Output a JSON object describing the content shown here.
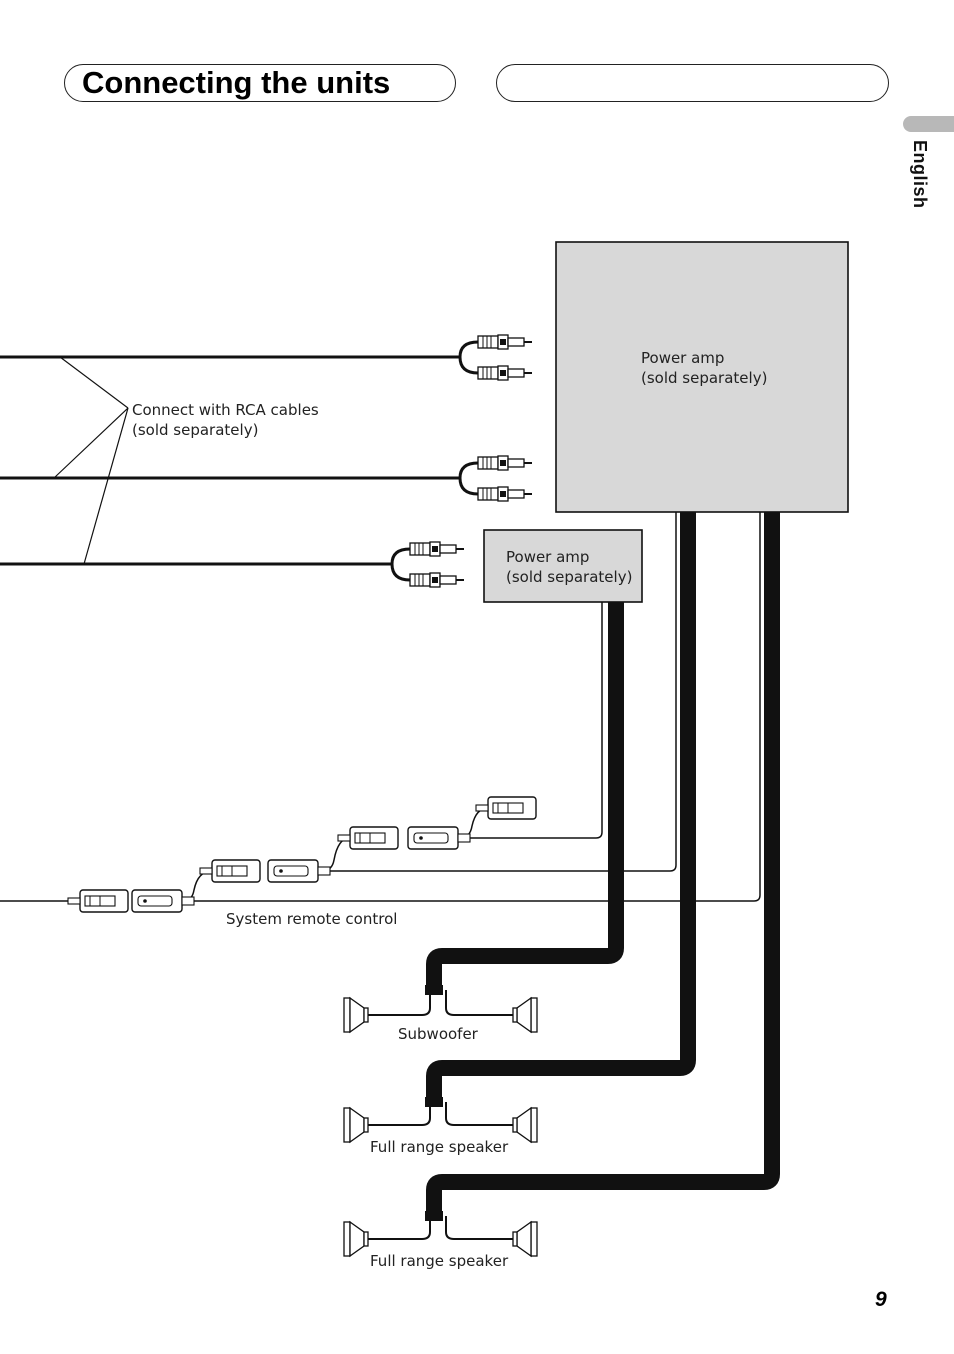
{
  "header": {
    "title": "Connecting the units",
    "right_box_text": ""
  },
  "side_tab": {
    "language": "English"
  },
  "diagram": {
    "rca_callout": "Connect with RCA cables\n(sold separately)",
    "amp_large": "Power amp\n(sold separately)",
    "amp_small": "Power amp\n(sold separately)",
    "system_remote": "System remote control",
    "speakers": [
      "Subwoofer",
      "Full range speaker",
      "Full range speaker"
    ]
  },
  "footer": {
    "page_number": "9"
  },
  "colors": {
    "amp_fill": "#d8d8d8",
    "line": "#111111",
    "tab": "#b8b8b8"
  }
}
